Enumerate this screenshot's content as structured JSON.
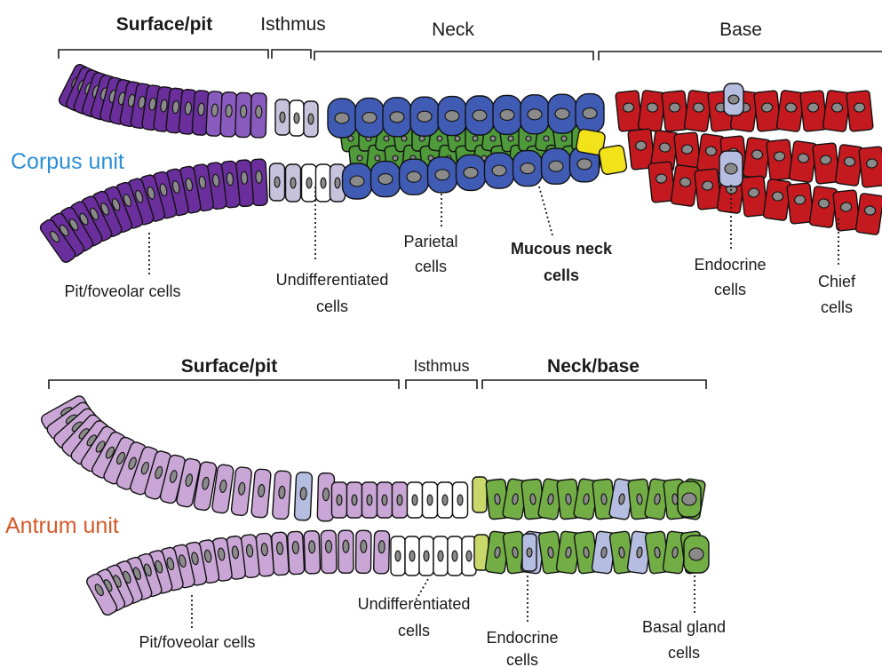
{
  "colors": {
    "corpus_pit": "#6a2f9c",
    "corpus_pit_light": "#8a5bbf",
    "isthmus_light": "#c7c3dc",
    "mucous_neck": "#3f5bb4",
    "parietal": "#4f9a3a",
    "chief": "#c41a1f",
    "endocrine": "#b5bde0",
    "yellow_cell": "#f2e21a",
    "antrum_pit": "#c9a6d6",
    "antrum_gland": "#72ad46",
    "antrum_transition": "#c9d86a",
    "corpus_title": "#2c8fd6",
    "antrum_title": "#d45a2a"
  },
  "corpus": {
    "title": "Corpus unit",
    "regions": {
      "surface": "Surface/pit",
      "isthmus": "Isthmus",
      "neck": "Neck",
      "base": "Base"
    },
    "labels": {
      "pit": "Pit/foveolar cells",
      "undiff_1": "Undifferentiated",
      "undiff_2": "cells",
      "parietal_1": "Parietal",
      "parietal_2": "cells",
      "mucous_1": "Mucous neck",
      "mucous_2": "cells",
      "endocrine_1": "Endocrine",
      "endocrine_2": "cells",
      "chief_1": "Chief",
      "chief_2": "cells"
    }
  },
  "antrum": {
    "title": "Antrum unit",
    "regions": {
      "surface": "Surface/pit",
      "isthmus": "Isthmus",
      "neckbase": "Neck/base"
    },
    "labels": {
      "pit": "Pit/foveolar cells",
      "undiff_1": "Undifferentiated",
      "undiff_2": "cells",
      "endocrine_1": "Endocrine",
      "endocrine_2": "cells",
      "basal_1": "Basal gland",
      "basal_2": "cells"
    }
  }
}
